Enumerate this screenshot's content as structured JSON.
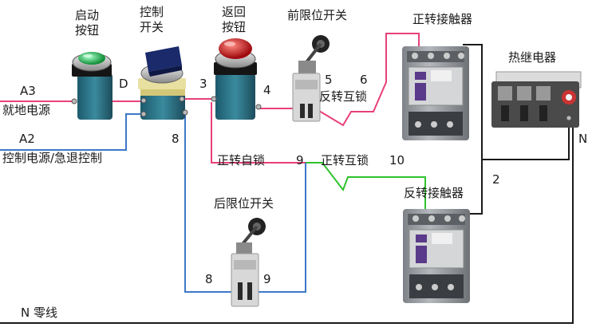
{
  "components": {
    "start_button": "启动\n按钮",
    "control_switch": "控制\n开关",
    "return_button": "返回\n按钮",
    "front_limit_switch": "前限位开关",
    "forward_contactor": "正转接触器",
    "thermal_relay": "热继电器",
    "reverse_contactor": "反转接触器",
    "rear_limit_switch": "后限位开关"
  },
  "labels": {
    "a3": "A3",
    "a3_desc": "就地电源",
    "a2": "A2",
    "a2_desc": "控制电源/急退控制",
    "reverse_interlock": "反转互锁",
    "forward_self_lock": "正转自锁",
    "forward_interlock": "正转互锁",
    "neutral_line": "N 零线",
    "n": "N"
  },
  "nodes": {
    "d": "D",
    "n3": "3",
    "n4": "4",
    "n5": "5",
    "n6": "6",
    "n8": "8",
    "n9": "9",
    "n10": "10",
    "n2": "2",
    "n8b": "8",
    "n9b": "9"
  },
  "colors": {
    "pink_wire": "#e8407a",
    "blue_wire": "#3c78c8",
    "green_wire": "#2ec22e",
    "black_wire": "#1a1a1a",
    "button_green": "#20b040",
    "button_red": "#d81c24",
    "switch_navy": "#1a2a6a",
    "switch_body": "#2a6a7a",
    "contactor_gray": "#a0a4a8"
  }
}
